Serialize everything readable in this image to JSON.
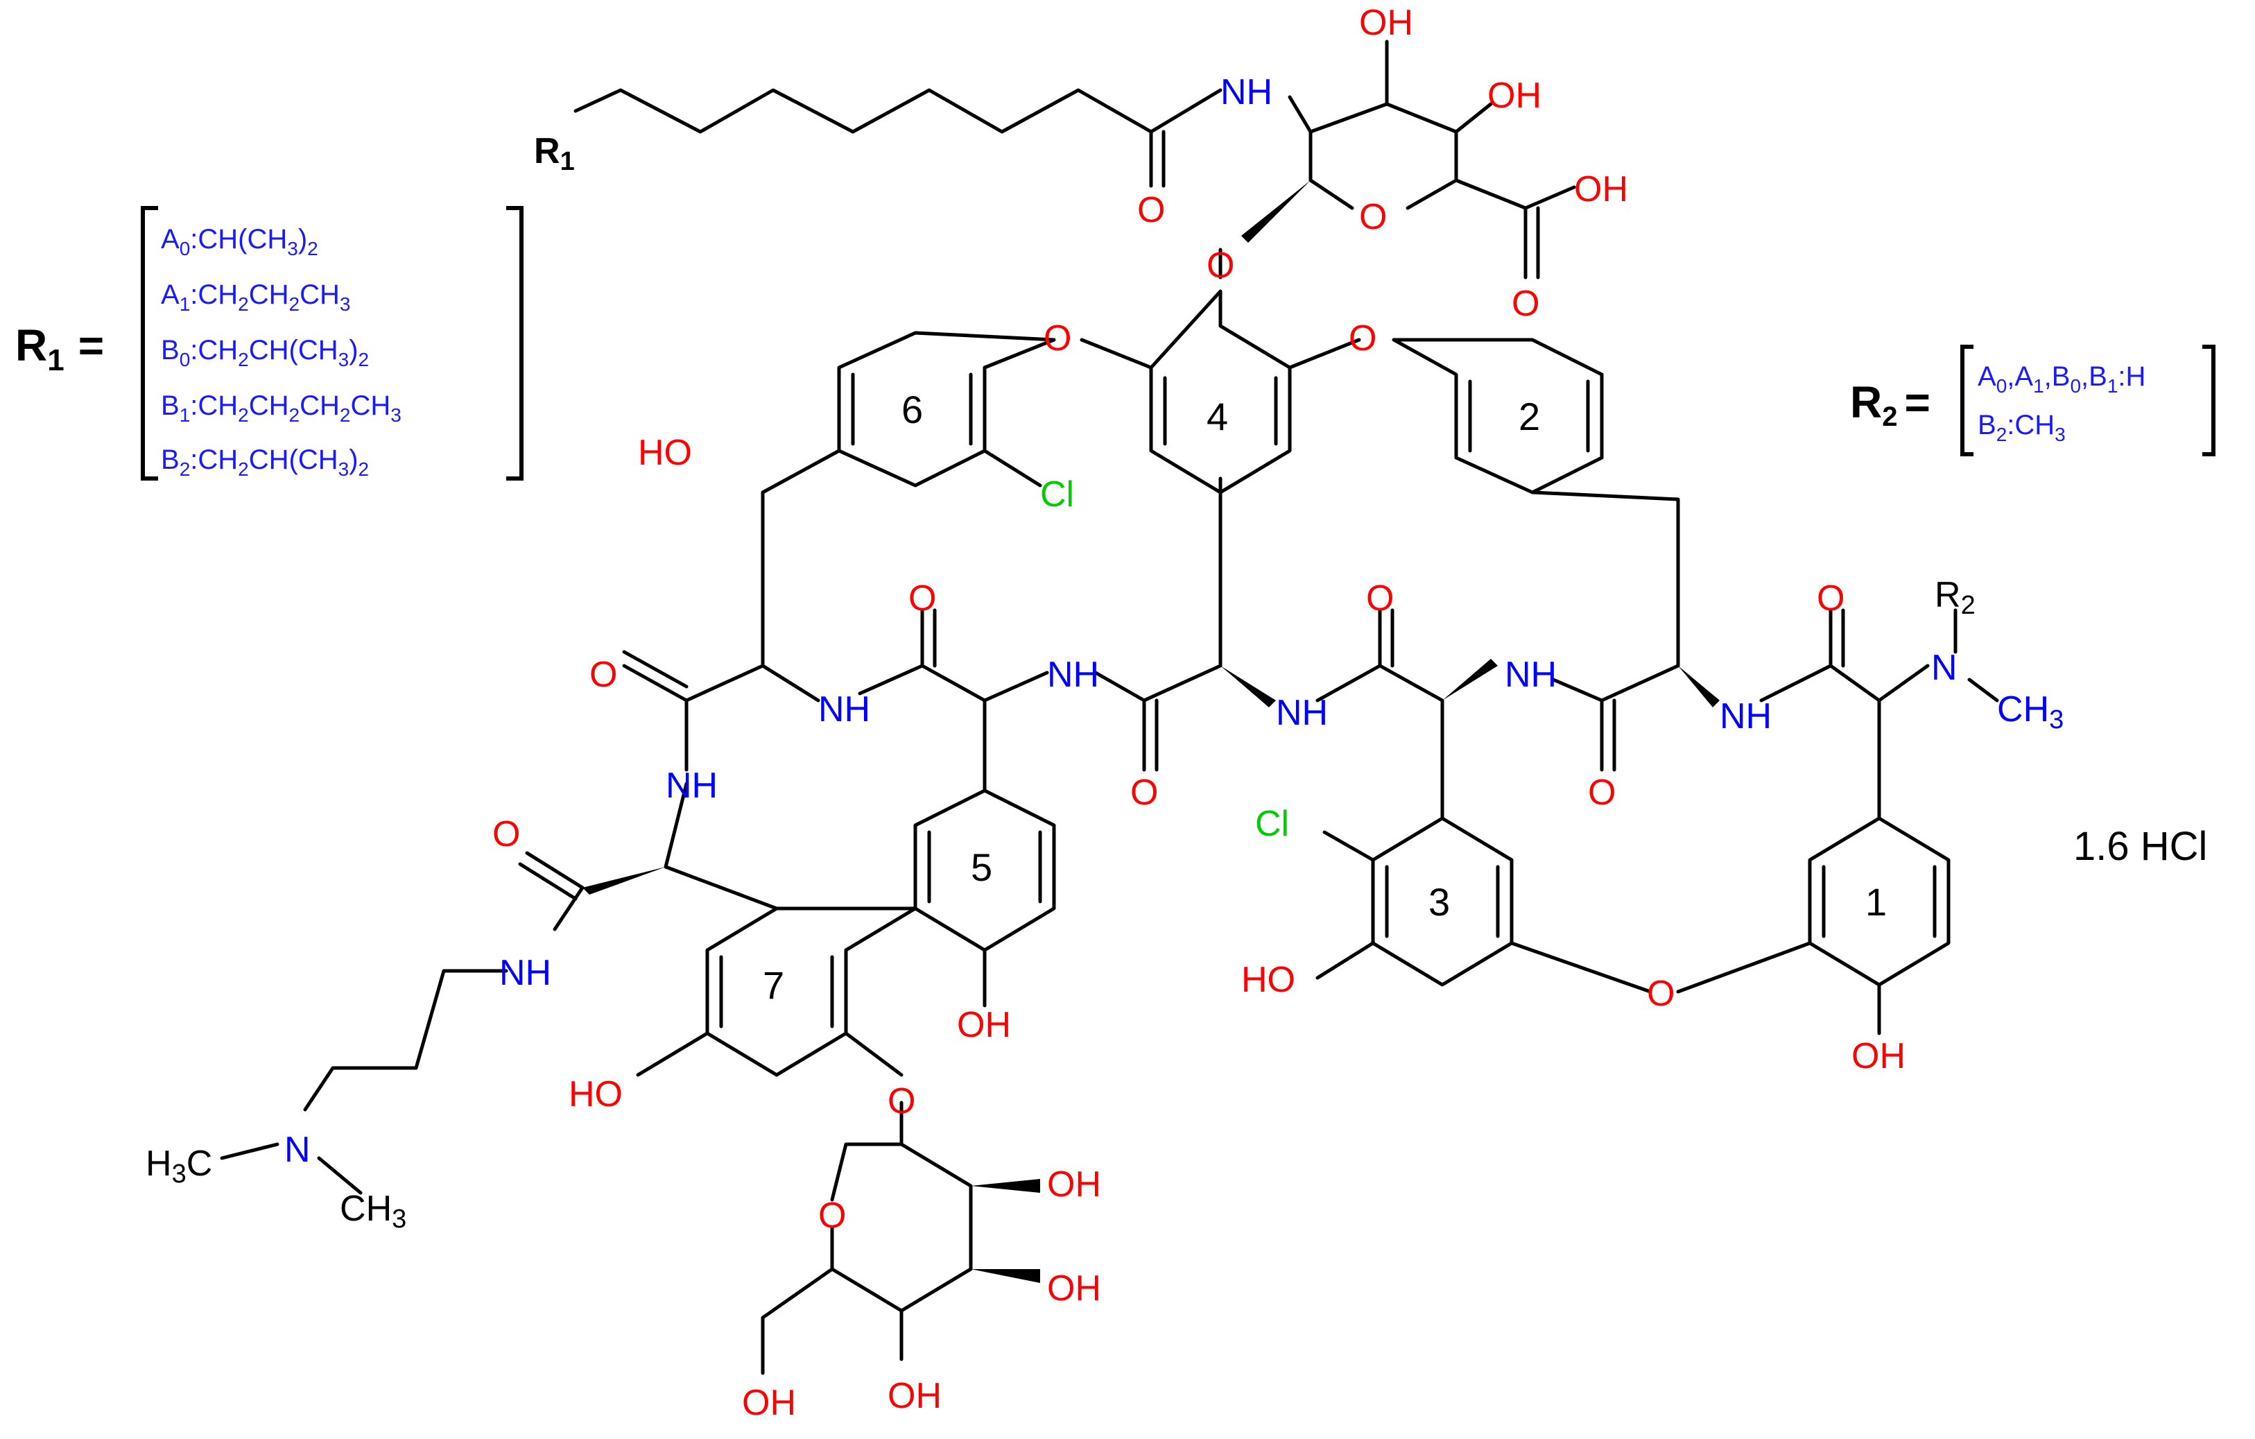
{
  "colors": {
    "oxygen": "#ff0000",
    "nitrogen": "#0000ff",
    "chlorine": "#00cc00",
    "carbon": "#000000",
    "legend": "#1a1aff"
  },
  "r1_definition": {
    "symbol": "R",
    "subscript": "1",
    "equals": "=",
    "entries": [
      {
        "code": "A",
        "sub": "0",
        "formula": ":CH(CH",
        "sub2": "3",
        "tail": ")",
        "sub3": "2"
      },
      {
        "code": "A",
        "sub": "1",
        "formula": ":CH",
        "sub2": "2",
        "tail": "CH",
        "sub3": "2",
        "tail2": "CH",
        "sub4": "3"
      },
      {
        "code": "B",
        "sub": "0",
        "formula": ":CH",
        "sub2": "2",
        "tail": "CH(CH",
        "sub3": "3",
        "tail2": ")",
        "sub4": "2"
      },
      {
        "code": "B",
        "sub": "1",
        "formula": ":CH",
        "sub2": "2",
        "tail": "CH",
        "sub3": "2",
        "tail2": "CH",
        "sub4": "2",
        "tail3": "CH",
        "sub5": "3"
      },
      {
        "code": "B",
        "sub": "2",
        "formula": ":CH",
        "sub2": "2",
        "tail": "CH(CH",
        "sub3": "3",
        "tail2": ")",
        "sub4": "2"
      }
    ]
  },
  "r2_definition": {
    "symbol": "R",
    "subscript": "2",
    "equals": "=",
    "line1": {
      "a": "A",
      "a_sub": "0",
      "b": ",A",
      "b_sub": "1",
      "c": ",B",
      "c_sub": "0",
      "d": ",B",
      "d_sub": "1",
      "e": ":H"
    },
    "line2": {
      "a": "B",
      "a_sub": "2",
      "b": ":CH",
      "b_sub": "3"
    }
  },
  "salt": "1.6 HCl",
  "ring_numbers": [
    "1",
    "2",
    "3",
    "4",
    "5",
    "6",
    "7"
  ],
  "atoms": {
    "O": "O",
    "OH": "OH",
    "HO": "HO",
    "NH": "NH",
    "N": "N",
    "Cl": "Cl",
    "H": "H",
    "C": "C",
    "three": "3",
    "two": "2",
    "one": "1",
    "R": "R"
  }
}
